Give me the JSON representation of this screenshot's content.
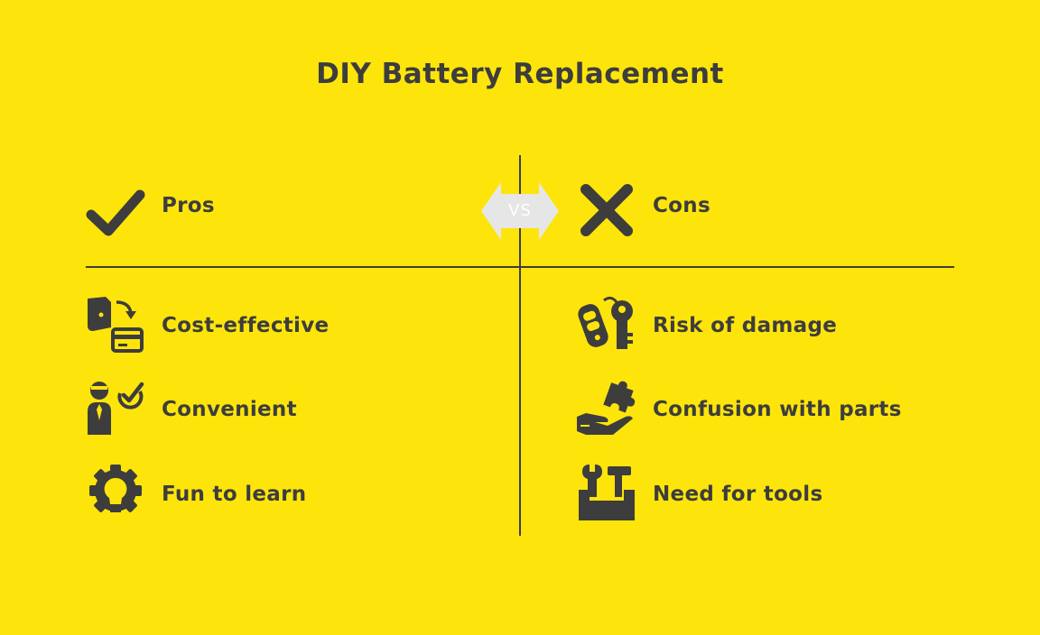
{
  "title": "DIY Battery Replacement",
  "vs_label": "VS",
  "pros": {
    "header": "Pros",
    "items": [
      "Cost-effective",
      "Convenient",
      "Fun to learn"
    ]
  },
  "cons": {
    "header": "Cons",
    "items": [
      "Risk of damage",
      "Confusion with parts",
      "Need for tools"
    ]
  },
  "colors": {
    "background": "#fde50b",
    "ink": "#3d3d3d",
    "vs_badge": "#e6e6e6"
  },
  "icons": {
    "pros_header": "checkmark-icon",
    "cons_header": "x-mark-icon",
    "pros_items": [
      "wallet-card-icon",
      "person-check-icon",
      "gear-bulb-icon"
    ],
    "cons_items": [
      "car-key-icon",
      "hand-puzzle-icon",
      "toolbox-icon"
    ]
  }
}
